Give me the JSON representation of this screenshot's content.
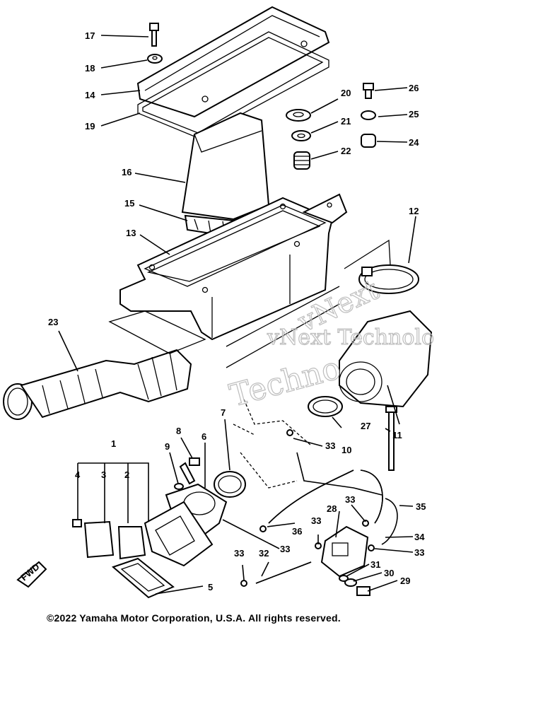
{
  "callouts": {
    "c1": "1",
    "c2": "2",
    "c3": "3",
    "c4": "4",
    "c5": "5",
    "c6": "6",
    "c7": "7",
    "c8": "8",
    "c9": "9",
    "c10": "10",
    "c11": "11",
    "c12": "12",
    "c13": "13",
    "c14": "14",
    "c15": "15",
    "c16": "16",
    "c17": "17",
    "c18": "18",
    "c19": "19",
    "c20": "20",
    "c21": "21",
    "c22": "22",
    "c23": "23",
    "c24": "24",
    "c25": "25",
    "c26": "26",
    "c27": "27",
    "c28": "28",
    "c29": "29",
    "c30": "30",
    "c31": "31",
    "c32": "32",
    "c33": "33",
    "c34": "34",
    "c35": "35",
    "c36": "36"
  },
  "watermark": {
    "line1": "vNext Technolo",
    "line2": "vNext",
    "line3": "Techno"
  },
  "fwd_mark": "FWD",
  "copyright": "©2022 Yamaha Motor Corporation, U.S.A. All rights reserved."
}
